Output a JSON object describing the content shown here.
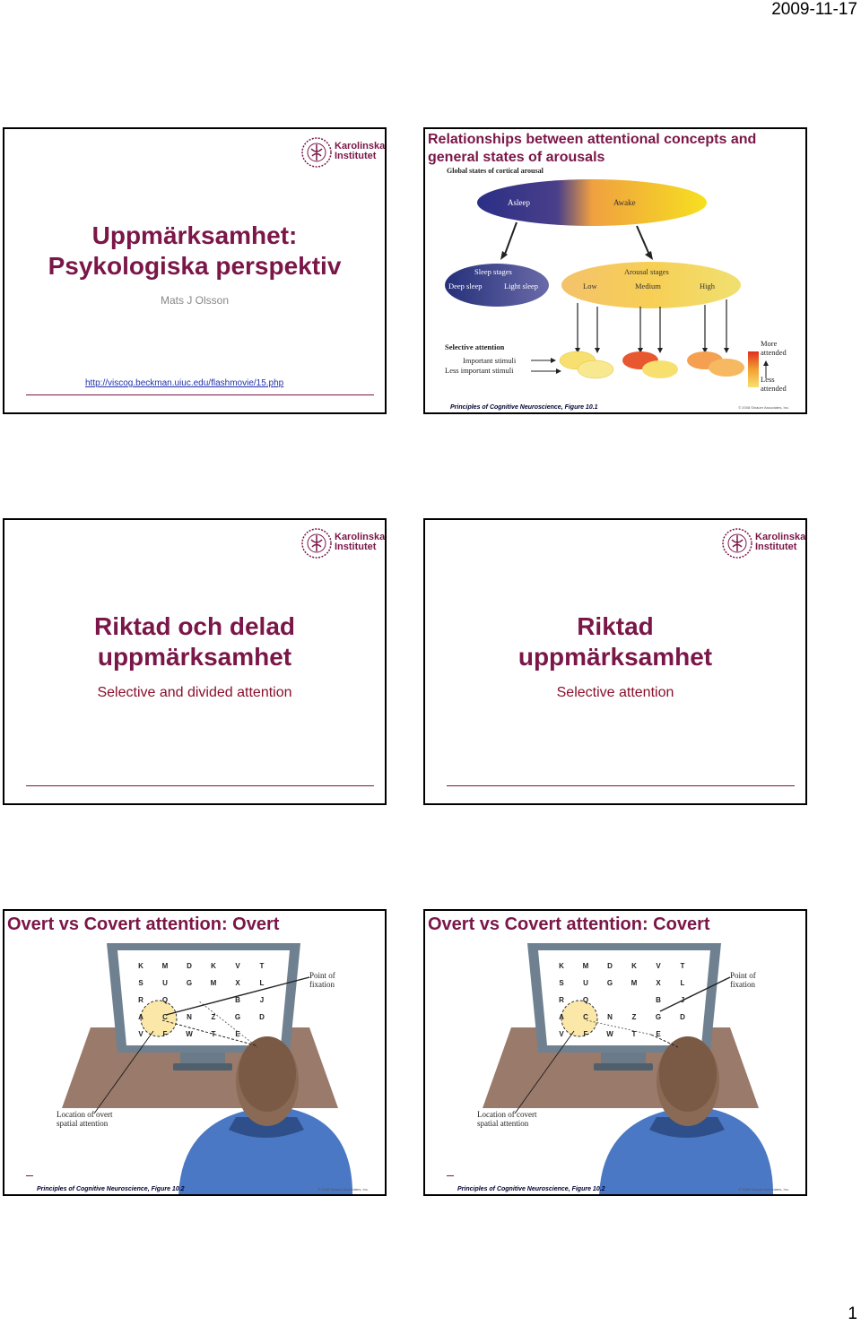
{
  "header": {
    "date": "2009-11-17"
  },
  "footer": {
    "page_number": "1"
  },
  "logo": {
    "line1": "Karolinska",
    "line2": "Institutet"
  },
  "slide1": {
    "title_line1": "Uppmärksamhet:",
    "title_line2": "Psykologiska perspektiv",
    "author": "Mats J Olsson",
    "link": "http://viscog.beckman.uiuc.edu/flashmovie/15.php"
  },
  "slide2": {
    "title_line1": "Relationships between attentional concepts and",
    "title_line2": "general states of arousals",
    "figure": {
      "heading": "Global states of cortical arousal",
      "asleep": "Asleep",
      "awake": "Awake",
      "sleep_stages": "Sleep stages",
      "deep_sleep": "Deep sleep",
      "light_sleep": "Light sleep",
      "arousal_stages": "Arousal stages",
      "low": "Low",
      "medium": "Medium",
      "high": "High",
      "selective_attention": "Selective attention",
      "important_stimuli": "Important stimuli",
      "less_important_stimuli": "Less important stimuli",
      "more_attended_1": "More",
      "more_attended_2": "attended",
      "less_attended_1": "Less",
      "less_attended_2": "attended",
      "caption": "Principles of Cognitive Neuroscience, Figure 10.1",
      "credit": "© 2008 Sinauer Associates, Inc."
    }
  },
  "slide3": {
    "title_line1": "Riktad och delad",
    "title_line2": "uppmärksamhet",
    "subtitle": "Selective and divided attention"
  },
  "slide4": {
    "title_line1": "Riktad",
    "title_line2": "uppmärksamhet",
    "subtitle": "Selective attention"
  },
  "slide5": {
    "title": "Overt vs Covert attention: Overt",
    "fixation_1": "Point of",
    "fixation_2": "fixation",
    "location_1": "Location of  overt",
    "location_2": "spatial attention",
    "caption": "Principles of Cognitive Neuroscience, Figure 10.2",
    "credit": "© 2008 Sinauer Associates, Inc."
  },
  "slide6": {
    "title": "Overt vs Covert attention: Covert",
    "fixation_1": "Point of",
    "fixation_2": "fixation",
    "location_1": "Location of covert",
    "location_2": "spatial attention",
    "caption": "Principles of Cognitive Neuroscience, Figure 10.2",
    "credit": "© 2008 Sinauer Associates, Inc."
  },
  "letter_grid": {
    "row1": [
      "K",
      "M",
      "D",
      "K",
      "V",
      "T"
    ],
    "row2": [
      "S",
      "U",
      "G",
      "M",
      "X",
      "L"
    ],
    "row3": [
      "R",
      "Q",
      "",
      "",
      "B",
      "J"
    ],
    "row4": [
      "A",
      "C",
      "N",
      "Z",
      "G",
      "D"
    ],
    "row5": [
      "V",
      "F",
      "W",
      "T",
      "E",
      ""
    ]
  }
}
